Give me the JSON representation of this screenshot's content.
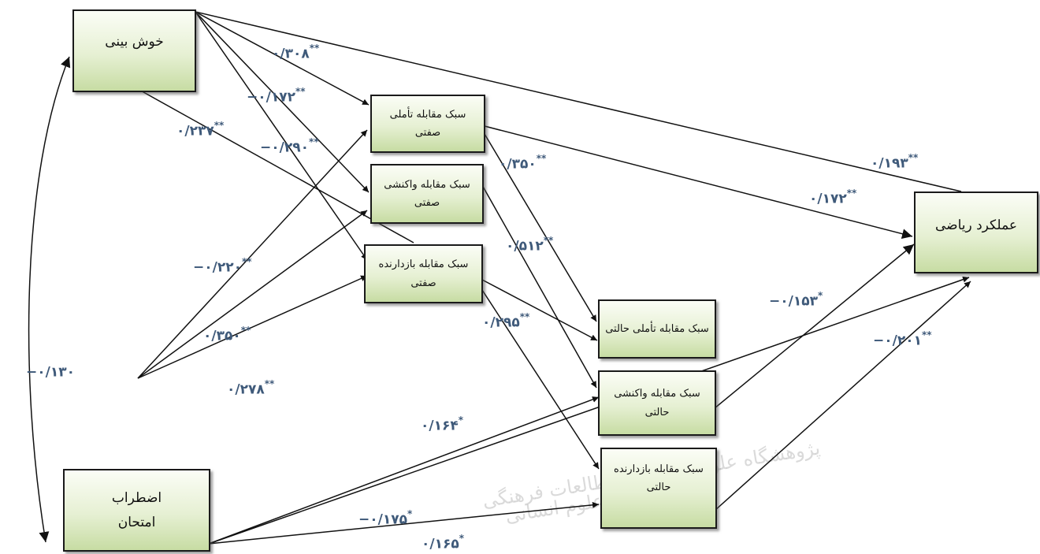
{
  "nodes": {
    "optimism": {
      "line1": "خوش بینی",
      "line2": ""
    },
    "exam_anxiety": {
      "line1": "اضطراب",
      "line2": "امتحان"
    },
    "trait_reflective": {
      "line1": "سبک مقابله تأملی",
      "line2": "صفتی"
    },
    "trait_reactive": {
      "line1": "سبک مقابله واکنشی",
      "line2": "صفتی"
    },
    "trait_suppressive": {
      "line1": "سبک مقابله بازدارنده",
      "line2": "صفتی"
    },
    "state_reflective": {
      "line1": "سبک مقابله تأملی حالتی",
      "line2": ""
    },
    "state_reactive": {
      "line1": "سبک مقابله واکنشی",
      "line2": "حالتی"
    },
    "state_suppressive": {
      "line1": "سبک مقابله بازدارنده",
      "line2": "حالتی"
    },
    "math_performance": {
      "line1": "عملکرد ریاضی",
      "line2": ""
    }
  },
  "coefficients": {
    "c308": {
      "value": "۰/۳۰۸",
      "sig": "**"
    },
    "c172a": {
      "value": "−۰/۱۷۲",
      "sig": "**"
    },
    "c237": {
      "value": "۰/۲۳۷",
      "sig": "**"
    },
    "c290": {
      "value": "−۰/۲۹۰",
      "sig": "**"
    },
    "c350a": {
      "value": "۰/۳۵۰",
      "sig": "**"
    },
    "c512": {
      "value": "۰/۵۱۲",
      "sig": "**"
    },
    "c220": {
      "value": "−۰/۲۲۰",
      "sig": "**"
    },
    "c350b": {
      "value": "۰/۳۵۰",
      "sig": "**"
    },
    "c278": {
      "value": "۰/۲۷۸",
      "sig": "**"
    },
    "c295": {
      "value": "۰/۲۹۵",
      "sig": "**"
    },
    "c130": {
      "value": "−۰/۱۳۰",
      "sig": ""
    },
    "c164": {
      "value": "۰/۱۶۴",
      "sig": "*"
    },
    "c175": {
      "value": "−۰/۱۷۵",
      "sig": "*"
    },
    "c165": {
      "value": "۰/۱۶۵",
      "sig": "*"
    },
    "c193": {
      "value": "۰/۱۹۳",
      "sig": "**"
    },
    "c172b": {
      "value": "۰/۱۷۲",
      "sig": "**"
    },
    "c153": {
      "value": "−۰/۱۵۳",
      "sig": "*"
    },
    "c201": {
      "value": "−۰/۲۰۱",
      "sig": "**"
    }
  },
  "watermark": {
    "line1": "پژوهشگاه علوم انسانی و مطالعات فرهنگی",
    "line2": "پرتال جامع علوم انسانی"
  },
  "colors": {
    "node_border": "#1a1a1a",
    "node_fill_top": "#fbfdf6",
    "node_fill_bottom": "#c7dca3",
    "coef_text": "#3f5a7a",
    "arrow": "#111111"
  }
}
